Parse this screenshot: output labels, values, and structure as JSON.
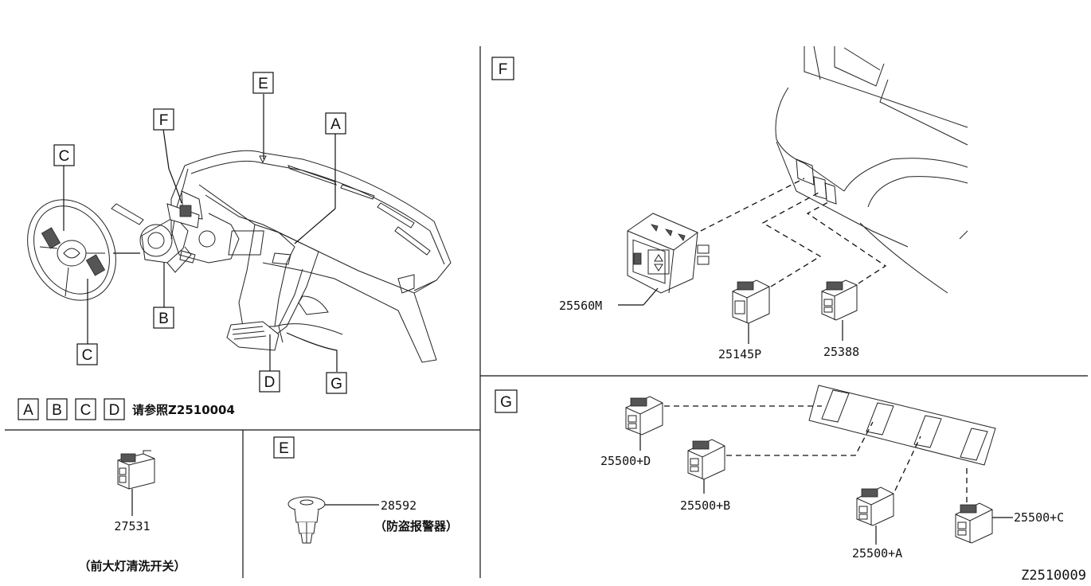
{
  "diagram_id": "Z2510009",
  "callouts": {
    "A": "A",
    "B": "B",
    "C": "C",
    "D": "D",
    "E": "E",
    "F": "F",
    "G": "G"
  },
  "reference_note": {
    "boxes": [
      "A",
      "B",
      "C",
      "D"
    ],
    "text": "请参照Z2510004"
  },
  "section_E": {
    "tag": "E",
    "part_no": "28592",
    "desc": "（防盗报警器）"
  },
  "section_headlamp": {
    "part_no": "27531",
    "desc": "（前大灯清洗开关）"
  },
  "section_F": {
    "tag": "F",
    "parts": [
      "25560M",
      "25145P",
      "25388"
    ]
  },
  "section_G": {
    "tag": "G",
    "parts": [
      "25500+D",
      "25500+B",
      "25500+A",
      "25500+C"
    ]
  }
}
